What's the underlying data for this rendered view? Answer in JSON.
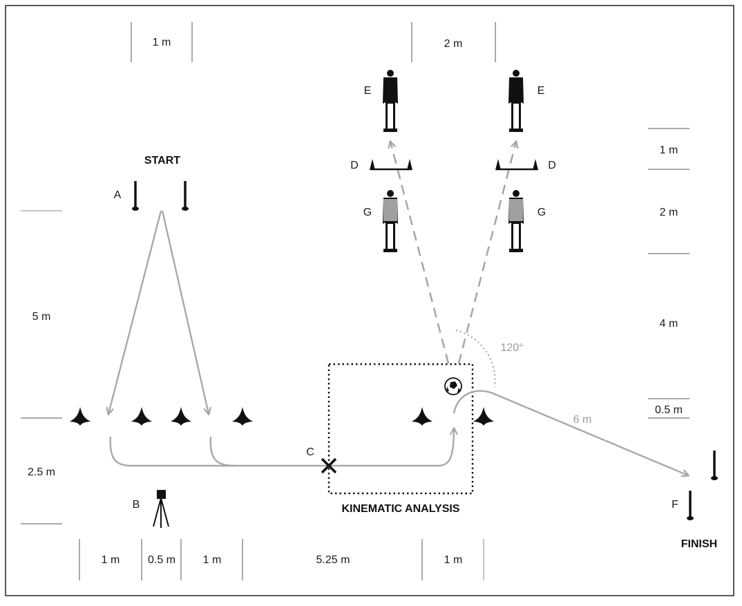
{
  "labels": {
    "start": "START",
    "finish": "FINISH",
    "kinematic": "KINEMATIC ANALYSIS",
    "A": "A",
    "B": "B",
    "C": "C",
    "D": "D",
    "E": "E",
    "F": "F",
    "G": "G"
  },
  "top_dims": {
    "left": "1 m",
    "right": "2 m"
  },
  "bottom_dims": [
    "1 m",
    "0.5 m",
    "1 m",
    "5.25 m",
    "1 m"
  ],
  "left_dims": {
    "upper": "5 m",
    "lower": "2.5 m"
  },
  "right_dims": [
    "1 m",
    "2 m",
    "4 m",
    "0.5 m"
  ],
  "angle": "120°",
  "distance": "6 m",
  "colors": {
    "ink": "#111111",
    "path": "#a8a8a8",
    "defender_shirt": "#a0a0a0"
  }
}
